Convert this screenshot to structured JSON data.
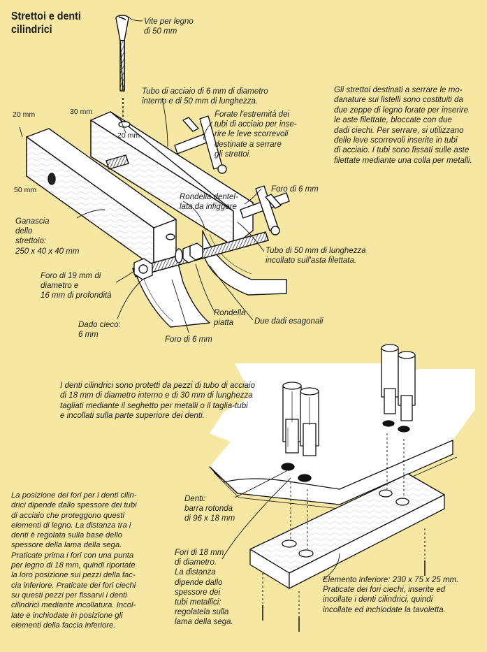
{
  "title": "Strettoi e denti\ncilindrici",
  "dimensions": {
    "d20a": "20 mm",
    "d30": "30 mm",
    "d20b": "20 mm",
    "d50": "50 mm"
  },
  "labels": {
    "screw": "Vite per legno\ndi 50 mm",
    "tube": "Tubo di acciaio di 6 mm di diametro\ninterno e di 50 mm di lunghezza.",
    "bore": "Forate l'estremità dei\ntubi di acciaio per inse-\nrire le leve scorrevoli\ndestinate a serrare\ngli strettoi.",
    "hole6a": "Foro di 6 mm",
    "washer_toothed": "Rondella dentel-\nlata da infiggere",
    "jaw": "Ganascia\ndello\nstrettoio:\n250 x 40 x 40 mm",
    "tube50": "Tubo di 50 mm di lunghezza\nincollato sull'asta filettata.",
    "hole19": "Foro di 19 mm di\ndiametro e\n16 mm di profondità",
    "flat_washer": "Rondella\npiatta",
    "hex_nuts": "Due dadi esagonali",
    "cap_nut": "Dado cieco:\n6 mm",
    "hole6b": "Foro di 6 mm",
    "pegs": "Denti:\nbarra rotonda\ndi 96 x 18 mm",
    "holes18": "Fori di 18 mm\ndi diametro.\nLa distanza\ndipende dallo\nspessore dei\ntubi metallici:\nregolatela sulla\nlama della sega.",
    "lower": "Elemento inferiore: 230 x 75 x 25 mm.\nPraticate dei fori ciechi, inserite ed\nincollate i denti cilindrici, quindi\nincollate ed inchiodate la tavoletta."
  },
  "paragraphs": {
    "intro": "Gli strettoi destinati a serrare le mo-\ndanature sui listelli sono costituiti da\ndue zeppe di legno forate per inserire\nle aste filettate, bloccate con due\ndadi ciechi. Per serrare, si utilizzano\ndelle leve scorrevoli inserite in tubi\ndi acciaio. I tubi sono fissati sulle aste\nfilettate mediante una colla per metalli.",
    "teeth": "I denti cilindrici sono protetti da pezzi di tubo di acciaio\ndi 18 mm di diametro interno e di 30 mm di lunghezza\ntagliati mediante il seghetto per metalli o il taglia-tubi\ne incollati sulla parte superiore dei denti.",
    "holes": "La posizione dei fori per i denti cilin-\ndrici dipende dallo spessore dei tubi\ndi acciaio che proteggono questi\nelementi di legno. La distanza tra i\ndenti è regolata sulla base dello\nspessore della lama della sega.\nPraticate prima i fori con una punta\nper legno di 18 mm, quindi riportate\nla loro posizione sui pezzi della fac-\ncia inferiore. Praticate dei fori ciechi\nsu questi pezzi per fissarvi i denti\ncilindrici mediante incollatura. Incol-\nlate e inchiodate in posizione gli\nelementi della faccia inferiore."
  },
  "colors": {
    "background": "#f6e8a2",
    "wood": "#ffffff",
    "ink": "#1a1a1a",
    "board": "#f2f2f2"
  }
}
